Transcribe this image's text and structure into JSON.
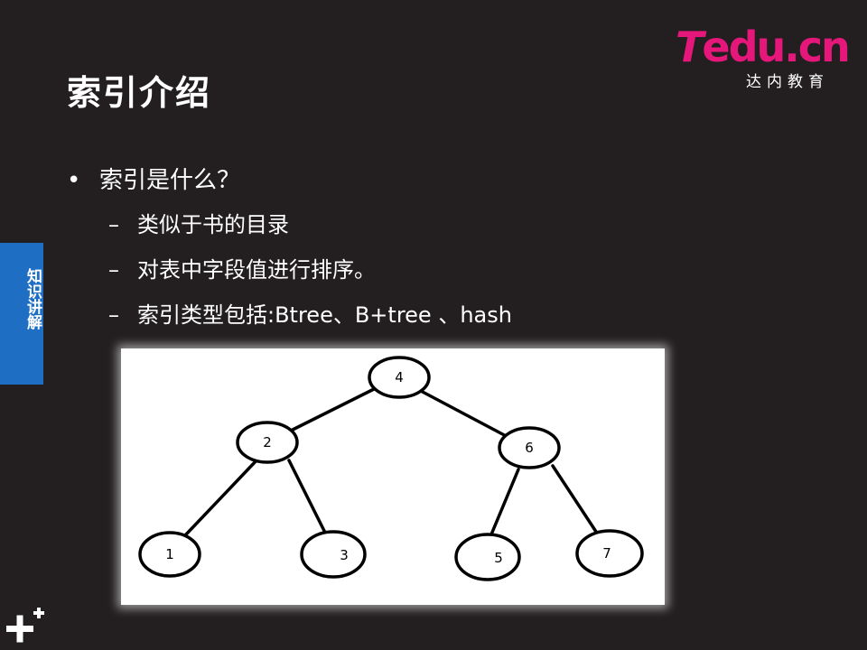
{
  "logo": {
    "brand_t": "T",
    "brand_rest": "edu.cn",
    "subtitle": "达内教育"
  },
  "title": "索引介绍",
  "side_tab": "知识讲解",
  "bullets": {
    "main": {
      "marker": "•",
      "text": "索引是什么？"
    },
    "subs": [
      {
        "marker": "–",
        "text": "类似于书的目录"
      },
      {
        "marker": "–",
        "text": "对表中字段值进行排序。"
      },
      {
        "marker": "–",
        "text": "索引类型包括:Btree、B+tree 、hash"
      }
    ]
  },
  "tree": {
    "nodes": [
      "4",
      "2",
      "6",
      "1",
      "3",
      "5",
      "7"
    ]
  },
  "colors": {
    "background": "#231f20",
    "tab": "#1e6fc3",
    "brand": "#e5177b",
    "text": "#ffffff"
  }
}
